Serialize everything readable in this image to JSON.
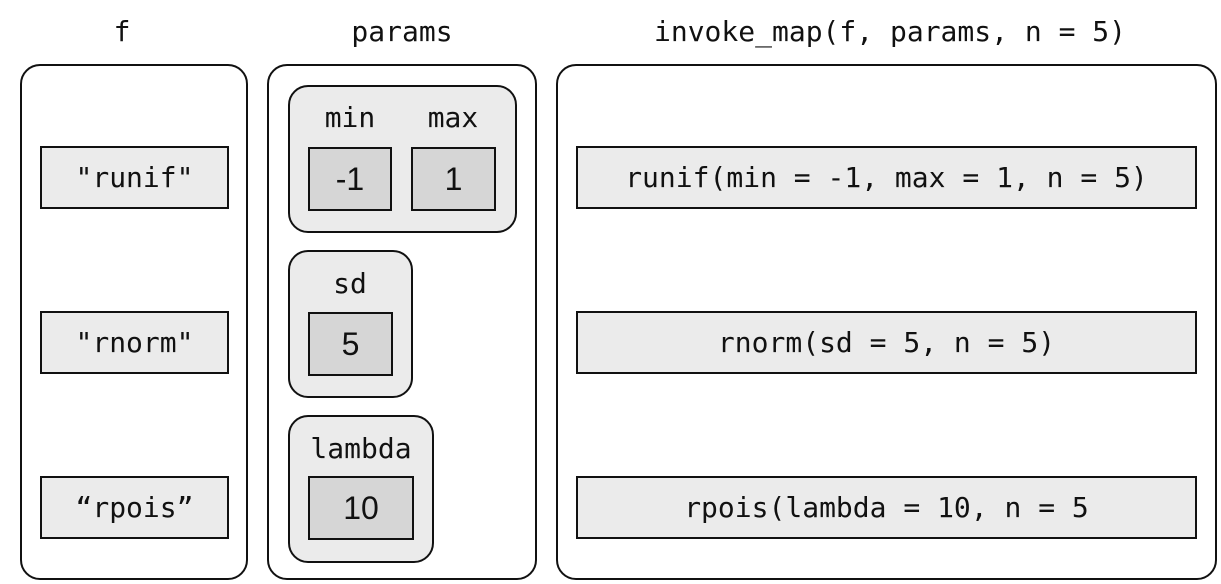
{
  "headers": {
    "f": "f",
    "params": "params",
    "result": "invoke_map(f, params, n = 5)"
  },
  "functions": [
    "\"runif\"",
    "\"rnorm\"",
    "“rpois”"
  ],
  "params": [
    {
      "labels": [
        "min",
        "max"
      ],
      "values": [
        "-1",
        "1"
      ]
    },
    {
      "labels": [
        "sd"
      ],
      "values": [
        "5"
      ]
    },
    {
      "labels": [
        "lambda"
      ],
      "values": [
        "10"
      ]
    }
  ],
  "results": [
    "runif(min = -1, max = 1, n = 5)",
    "rnorm(sd = 5, n = 5)",
    "rpois(lambda = 10, n = 5"
  ]
}
